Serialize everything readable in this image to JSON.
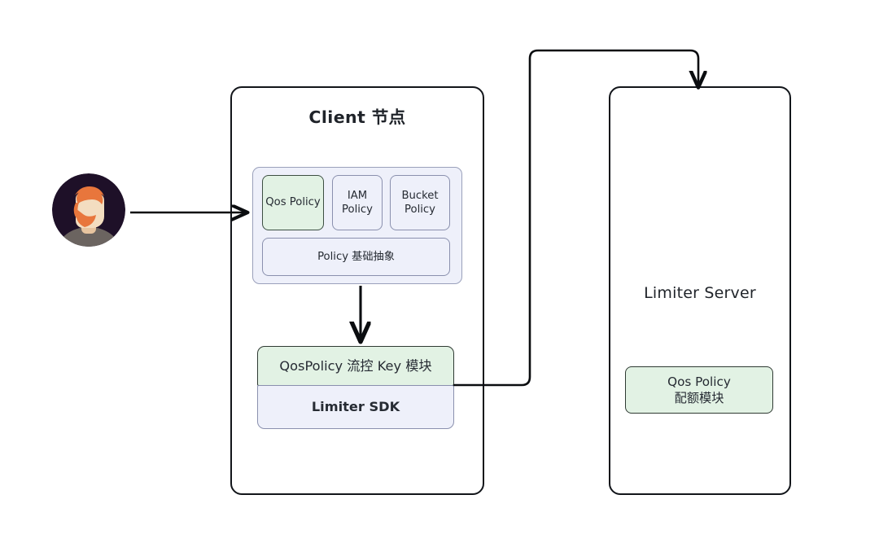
{
  "diagram": {
    "title": "QoS Policy limiter architecture",
    "background": "#ffffff"
  },
  "actor": {
    "name": "user-avatar",
    "alt": "user avatar",
    "colors": {
      "background": "#1e1028",
      "hair": "#e8763c",
      "beard": "#e8763c",
      "skin": "#f3ddc0",
      "body": "#6b6460"
    }
  },
  "client_panel": {
    "title": "Client 节点",
    "policy_group": {
      "name": "policy-group",
      "cards": [
        {
          "label": "Qos Policy",
          "highlight": true,
          "fill": "#e2f2e4"
        },
        {
          "label": "IAM\nPolicy",
          "line1": "IAM",
          "line2": "Policy",
          "highlight": false,
          "fill": "#eef0fa"
        },
        {
          "label": "Bucket\nPolicy",
          "line1": "Bucket",
          "line2": "Policy",
          "highlight": false,
          "fill": "#eef0fa"
        }
      ],
      "base_card": {
        "label": "Policy 基础抽象",
        "fill": "#eef0fa"
      }
    },
    "sdk_stack": {
      "top": {
        "label": "QosPolicy 流控 Key 模块",
        "fill": "#e2f2e4"
      },
      "bottom": {
        "label": "Limiter SDK",
        "fill": "#eef0fa",
        "bold": true
      }
    }
  },
  "server_panel": {
    "title": "Limiter Server",
    "module": {
      "line1": "Qos Policy",
      "line2": "配额模块",
      "fill": "#e2f2e4"
    }
  },
  "connectors": [
    {
      "name": "actor-to-policy-group",
      "from": "user-avatar",
      "to": "policy-group",
      "style": "arrow"
    },
    {
      "name": "policy-group-to-sdk",
      "from": "policy-group",
      "to": "qospolicy-key-module",
      "style": "arrow"
    },
    {
      "name": "sdk-to-limiter-server",
      "from": "limiter-sdk",
      "to": "server-panel",
      "style": "arrow-elbow"
    }
  ],
  "colors": {
    "stroke": "#12151a",
    "green": "#e2f2e4",
    "lavender": "#eef0fa",
    "text": "#262b33"
  }
}
